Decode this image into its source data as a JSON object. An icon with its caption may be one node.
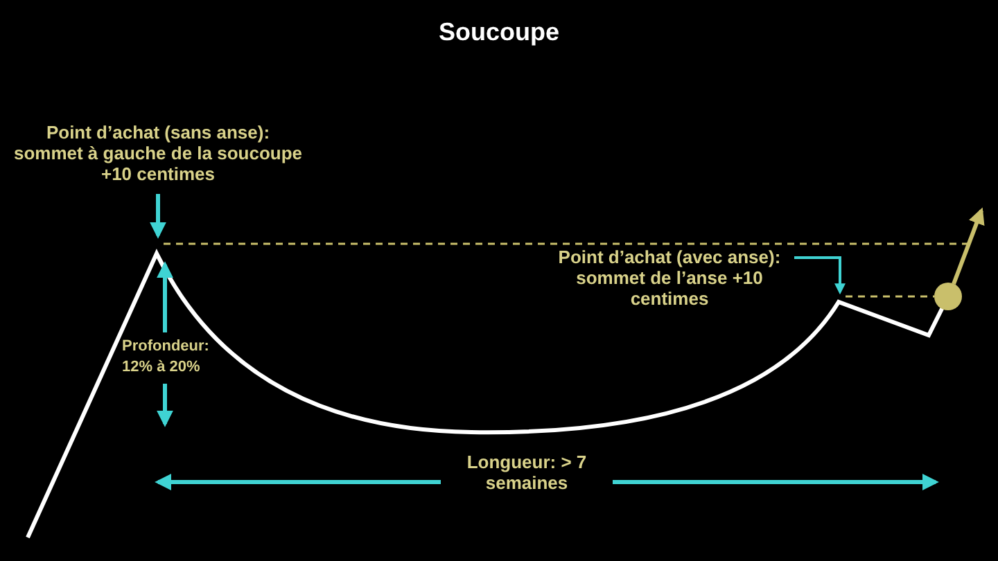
{
  "diagram": {
    "title": "Soucoupe",
    "nodes": [
      {
        "text": [
          "Point d’achat (sans anse): sommet à gauche de la soucoupe +10 centimes"
        ]
      },
      {
        "text": [
          "Point d’achat (avec anse): sommet de l’anse +10 centimes"
        ]
      },
      {
        "text": [],
        "shape": "circle"
      }
    ],
    "edges": [
      {
        "from": 0,
        "to": null,
        "arrow": "to"
      },
      {
        "from": 1,
        "to": null,
        "arrow": "to"
      },
      {
        "from": 2,
        "to": null,
        "arrow": "to",
        "color": "#c9bf6b"
      }
    ],
    "labels": [
      "Profondeur: 12% à 20%",
      "Longueur: > 7 semaines"
    ]
  }
}
